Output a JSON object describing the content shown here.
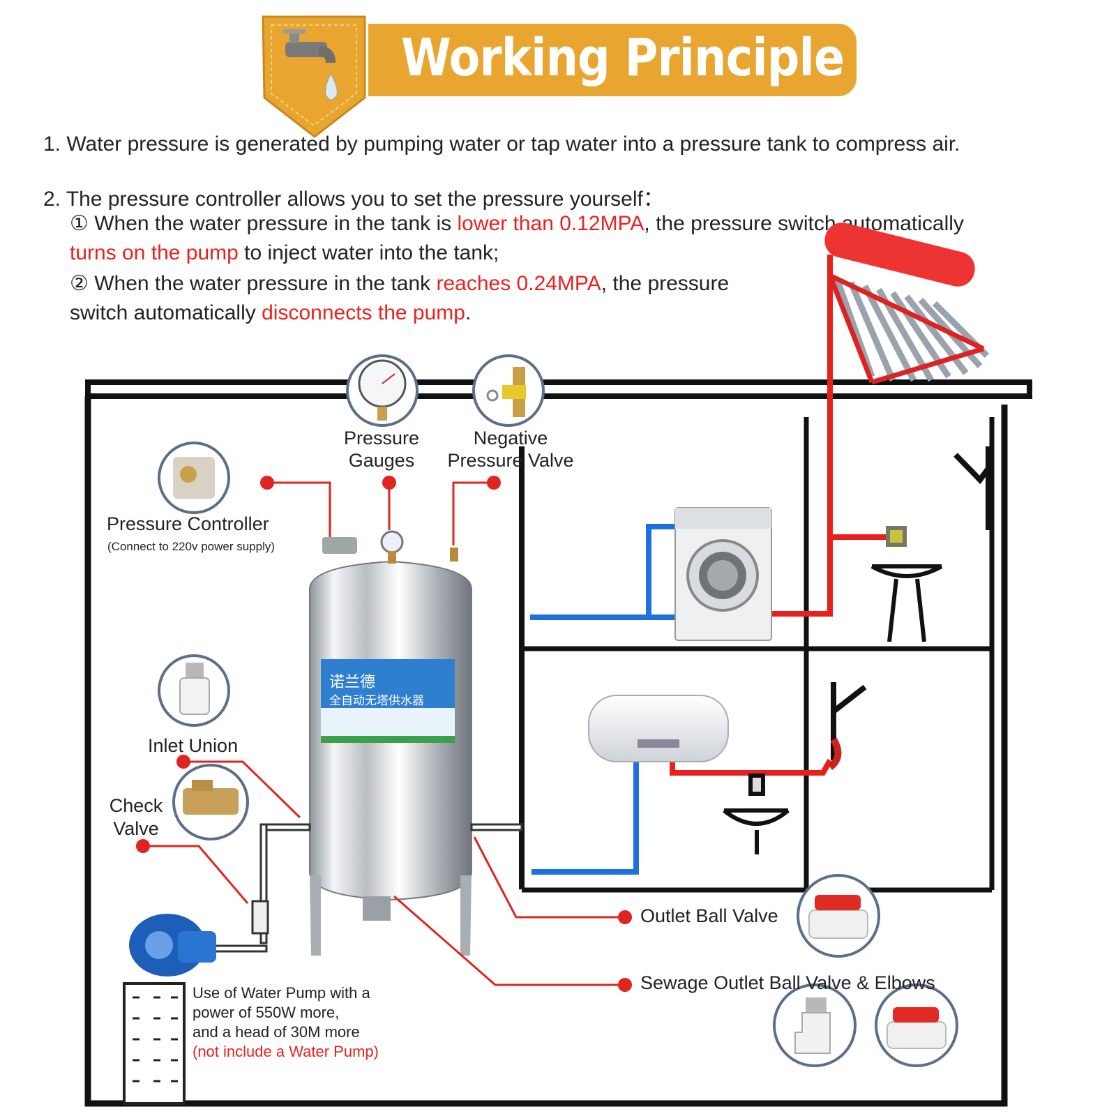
{
  "header": {
    "title": "Working Principle"
  },
  "steps": {
    "s1": "1. Water pressure is generated by pumping water or tap water into a pressure tank to compress air.",
    "s2": "2. The pressure controller allows you to set the pressure yourself：",
    "s2a_pre": "① When the water pressure in the tank is ",
    "s2a_red": "lower than 0.12MPA",
    "s2a_post": ", the pressure switch automatically",
    "s2a2_red": "turns on the pump",
    "s2a2_post": " to inject water into the tank;",
    "s2b_pre": "② When the water pressure in the tank ",
    "s2b_red": "reaches 0.24MPA",
    "s2b_post": ", the pressure",
    "s2b2_pre": "switch automatically ",
    "s2b2_red": "disconnects the pump",
    "s2b2_post": "."
  },
  "labels": {
    "gauges_1": "Pressure",
    "gauges_2": "Gauges",
    "valve_1": "Negative",
    "valve_2": "Pressure Valve",
    "controller": "Pressure Controller",
    "controller_note": "(Connect to 220v power supply)",
    "inlet_union": "Inlet Union",
    "check_1": "Check",
    "check_2": "Valve",
    "outlet_ball": "Outlet Ball Valve",
    "sewage": "Sewage Outlet Ball Valve & Elbows",
    "tank_label_1": "诺兰德",
    "tank_label_2": "全自动无塔供水器"
  },
  "pump": {
    "l1": "Use of Water Pump with a",
    "l2": "power of 550W more,",
    "l3": "and a head of 30M more",
    "l4": "(not include a Water Pump)"
  },
  "colors": {
    "accent": "#e8a530",
    "red_text": "#e8231f",
    "pipe_hot": "#e8201c",
    "pipe_cold": "#1e6fe0",
    "callout": "#e0241f"
  }
}
